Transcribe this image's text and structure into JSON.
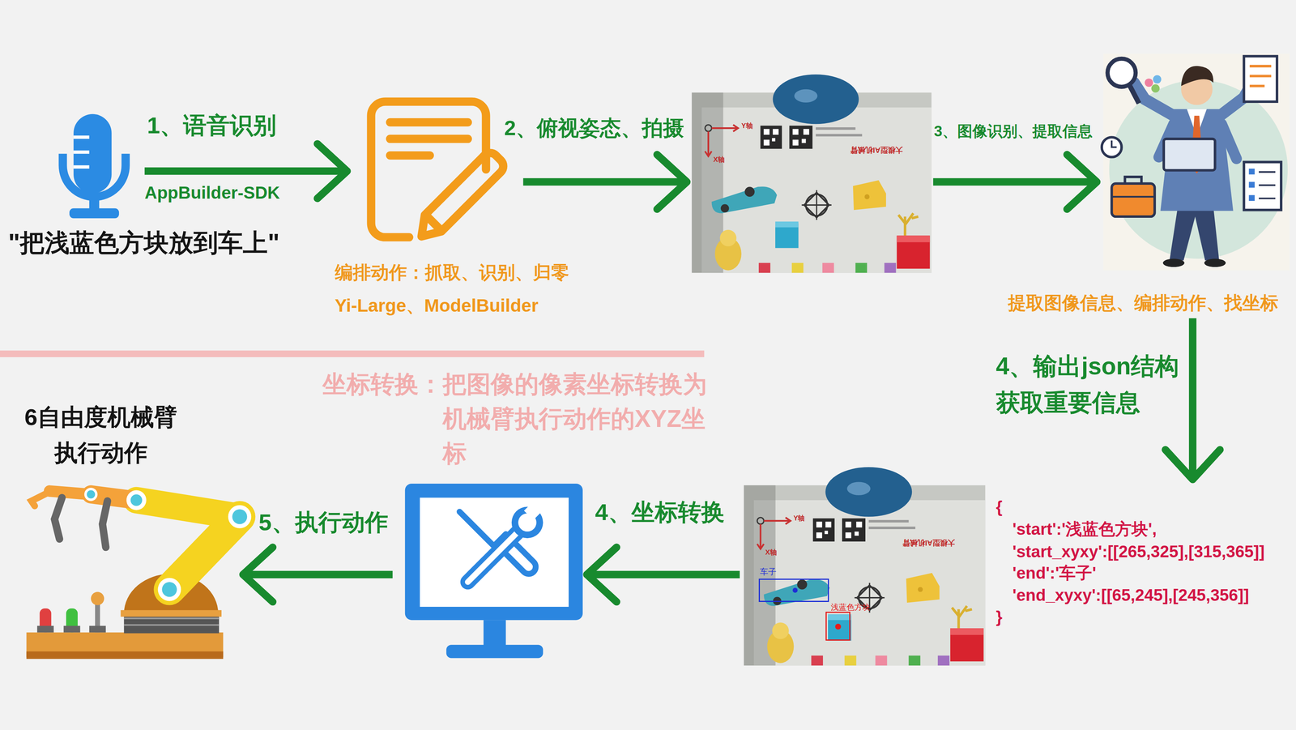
{
  "diagram": {
    "nodes": [
      {
        "text": [
          "\"把浅蓝色方块放到车上\""
        ]
      },
      {
        "text": [
          "编排动作：抓取、识别、归零",
          "Yi-Large、ModelBuilder"
        ]
      },
      {
        "text": [
          "Y轴",
          "X轴",
          "大模型AI机械臂"
        ]
      },
      {
        "text": [
          "提取图像信息、编排动作、找坐标"
        ]
      },
      {
        "text": [
          "{",
          "'start':'浅蓝色方块',",
          "'start_xyxy':[[265,325],[315,365]]",
          "'end':'车子'",
          "'end_xyxy':[[65,245],[245,356]]",
          "}"
        ]
      },
      {
        "text": [
          "Y轴",
          "X轴",
          "大模型AI机械臂"
        ]
      },
      {
        "text": [
          "车子"
        ],
        "in": 5
      },
      {
        "text": [
          "浅蓝色方块"
        ],
        "in": 5
      },
      {
        "text": []
      },
      {
        "text": [
          "6自由度机械臂 执行动作"
        ]
      }
    ],
    "edges": [
      {
        "from": 0,
        "to": 1,
        "arrow": "to",
        "label": "1、语音识别"
      },
      {
        "from": 1,
        "to": 2,
        "arrow": "to",
        "label": "2、俯视姿态、拍摄"
      },
      {
        "from": 2,
        "to": 3,
        "arrow": "to",
        "label": "3、图像识别、提取信息"
      },
      {
        "from": 3,
        "to": 4,
        "arrow": "to",
        "label": "4、输出json结构 获取重要信息"
      },
      {
        "from": 5,
        "to": 8,
        "arrow": "to",
        "label": "4、坐标转换"
      },
      {
        "from": 8,
        "to": 9,
        "arrow": "to",
        "label": "5、执行动作"
      }
    ],
    "labels": [
      "AppBuilder-SDK",
      "坐标转换：把图像的像素坐标转换为 机械臂执行动作的XYZ坐标"
    ]
  }
}
